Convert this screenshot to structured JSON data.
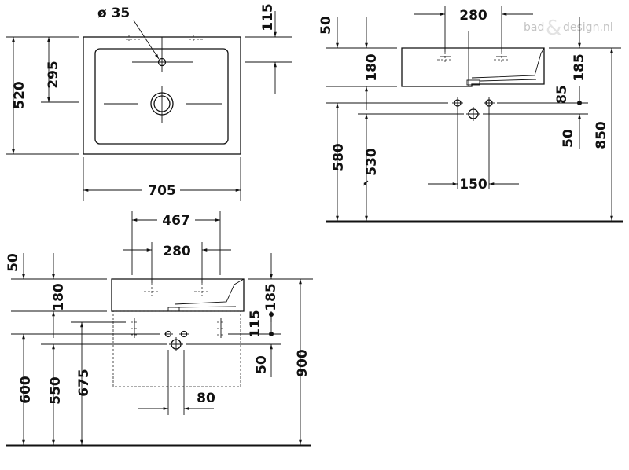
{
  "watermark": {
    "text_a": "bad",
    "ampersand": "&",
    "text_b": "design.nl"
  },
  "top_view": {
    "hole_diameter": "ø 35",
    "tap_offset": "115",
    "hole_depth": "295",
    "total_depth": "520",
    "total_width": "705"
  },
  "side_view": {
    "tap_width": "280",
    "top_gap": "50",
    "basin_height": "180",
    "right_basin": "185",
    "drain_offset": "85",
    "drain_gap": "50",
    "floor_to_top": "580",
    "floor_to_drain": "530",
    "drain_spacing": "150",
    "total_height": "850"
  },
  "front_view": {
    "outer_width": "467",
    "tap_width": "280",
    "top_gap": "50",
    "basin_height": "180",
    "right_basin": "185",
    "drain_height": "115",
    "drain_gap": "50",
    "floor_to_rim": "600",
    "floor_to_drain": "550",
    "floor_to_supply": "675",
    "drain_width": "80",
    "total_height": "900"
  },
  "icons": [
    "drain-icon",
    "tap-icon",
    "supply-valve-icon"
  ]
}
